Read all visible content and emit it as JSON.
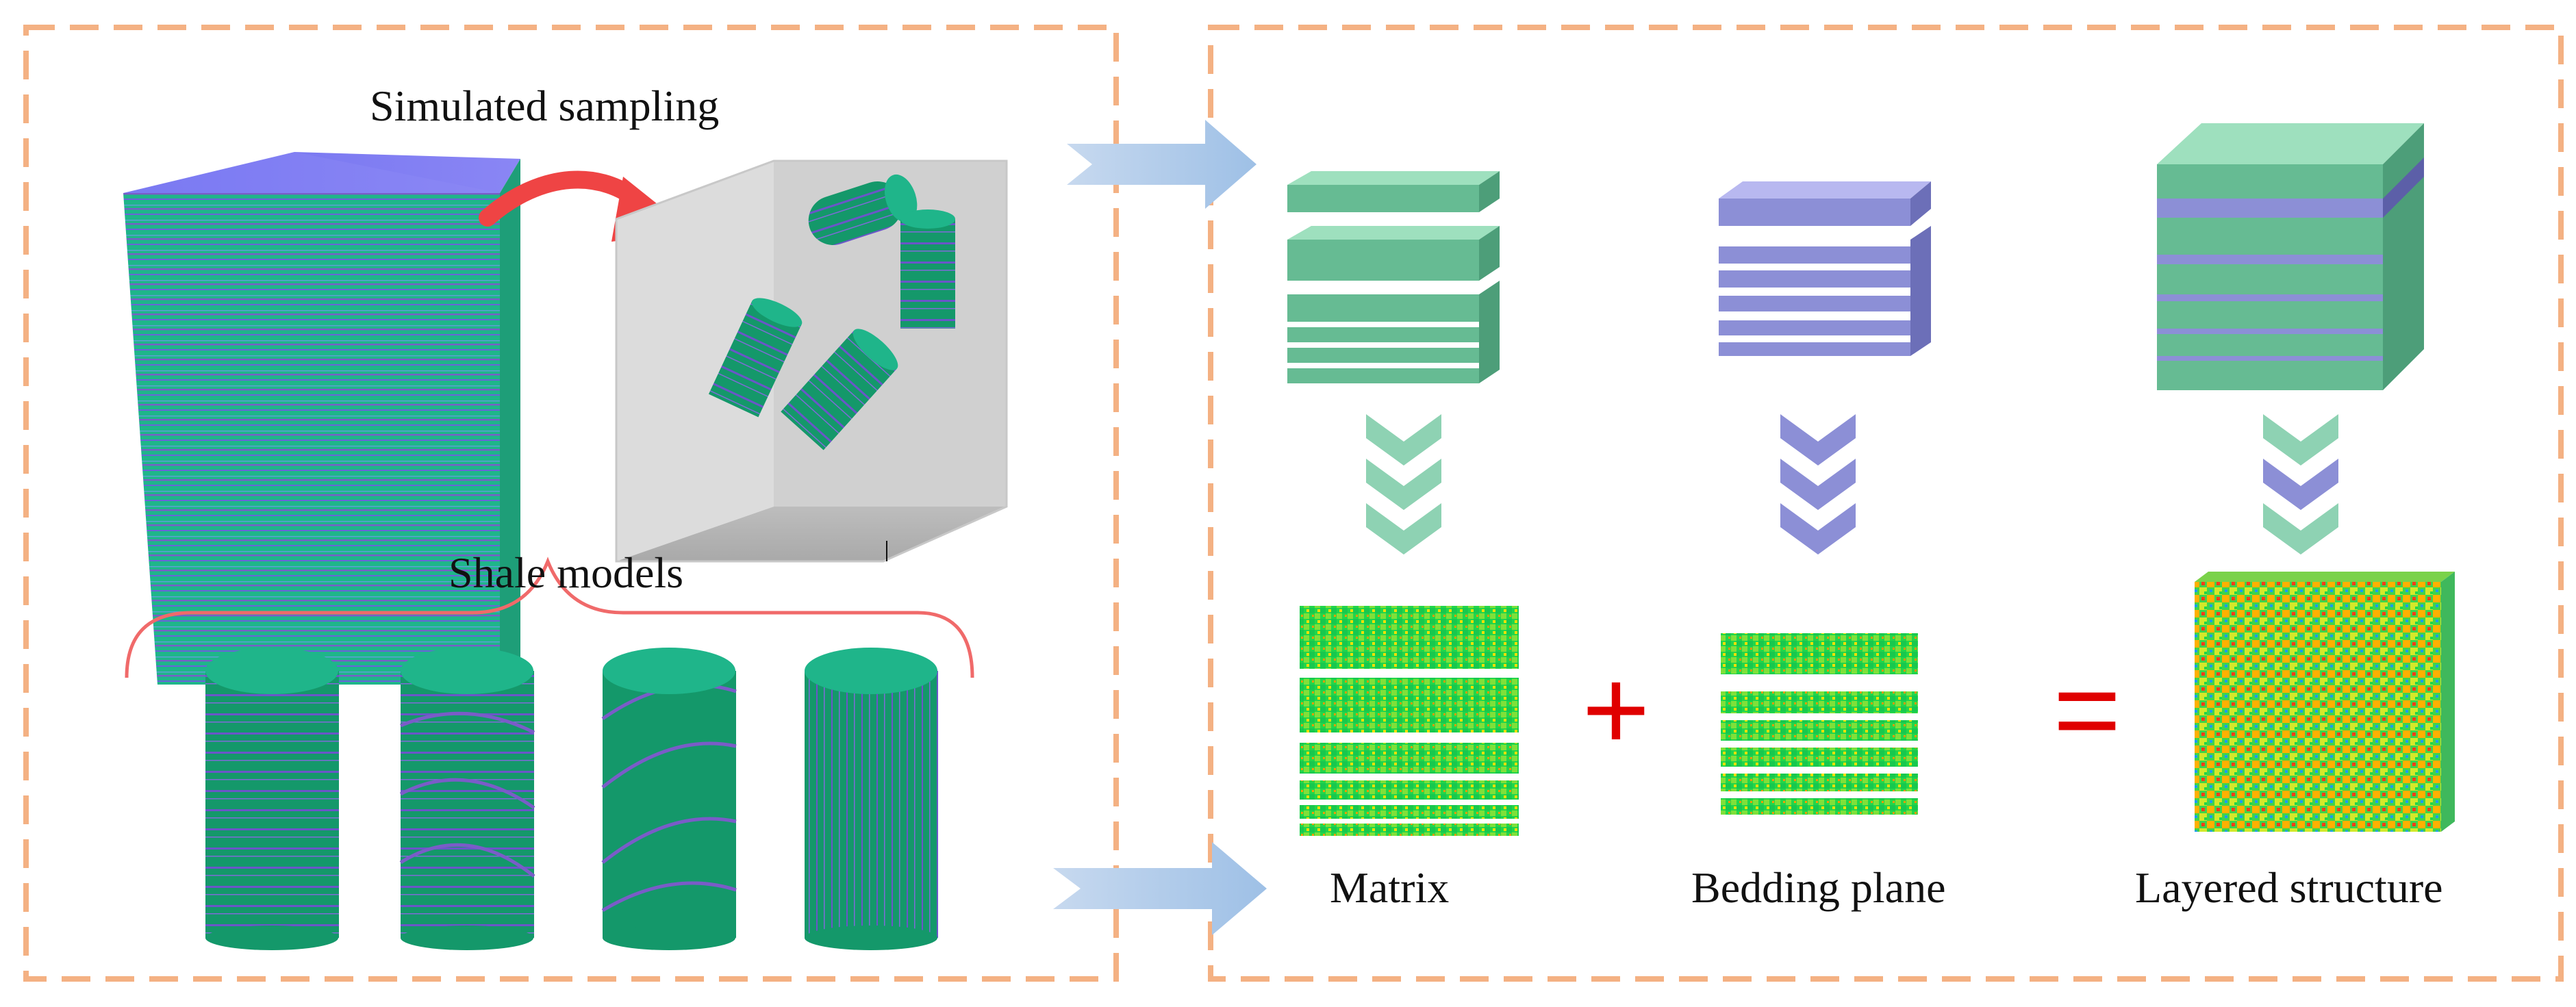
{
  "labels": {
    "sampling": "Simulated sampling",
    "shale_models": "Shale models",
    "matrix": "Matrix",
    "bedding_plane": "Bedding plane",
    "layered_structure": "Layered structure"
  },
  "operators": {
    "plus": "+",
    "equals": "="
  },
  "icons": [
    "curved-red-arrow-icon",
    "blue-flow-arrow-icon",
    "chevron-down-icon"
  ],
  "colors": {
    "panel_border": "#f4b183",
    "matrix_green": "#6fc29a",
    "bedding_blue": "#8c8fd6",
    "flow_arrow": "#a9c6e8",
    "sampling_arrow": "#ef4444",
    "brace": "#f06a6a",
    "operator": "#e00000",
    "shale_green": "#1fa878",
    "shale_lines": "#7a5cc8"
  }
}
